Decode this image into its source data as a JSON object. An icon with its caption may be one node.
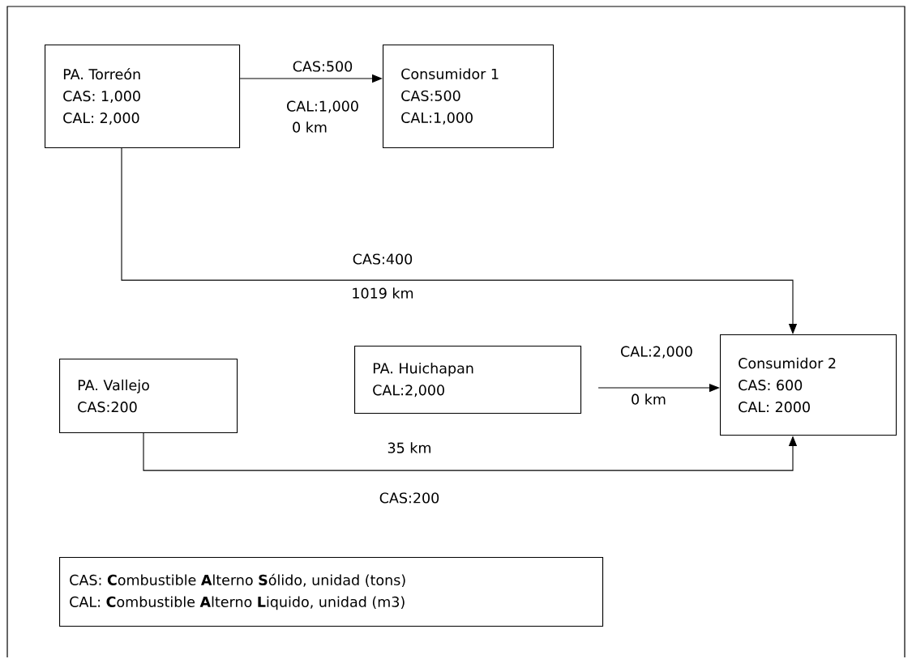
{
  "diagram": {
    "nodes": [
      {
        "text": [
          "PA. Torreón",
          "CAS: 1,000",
          "CAL: 2,000"
        ]
      },
      {
        "text": [
          "Consumidor 1",
          "CAS:500",
          "CAL:1,000"
        ]
      },
      {
        "text": [
          "PA. Vallejo",
          "CAS:200"
        ]
      },
      {
        "text": [
          "PA. Huichapan",
          "CAL:2,000"
        ]
      },
      {
        "text": [
          "Consumidor 2",
          "CAS: 600",
          "CAL: 2000"
        ]
      },
      {
        "text": [
          "CAS: **C**ombustible **A**lterno **S**ólido, unidad (tons)",
          "CAL: **C**ombustible **A**lterno **L**iquido, unidad (m3)"
        ]
      }
    ],
    "edges": [
      {
        "from": 0,
        "to": 1,
        "arrow": "to",
        "label": "CAS:500"
      },
      {
        "from": 0,
        "to": 4,
        "arrow": "to",
        "label": "CAS:400"
      },
      {
        "from": 3,
        "to": 4,
        "arrow": "to",
        "label": "CAL:2,000"
      },
      {
        "from": 2,
        "to": 4,
        "arrow": "to",
        "label": "CAS:200"
      }
    ],
    "labels": [
      "CAL:1,000",
      "0 km",
      "1019 km",
      "0 km",
      "35 km"
    ]
  }
}
